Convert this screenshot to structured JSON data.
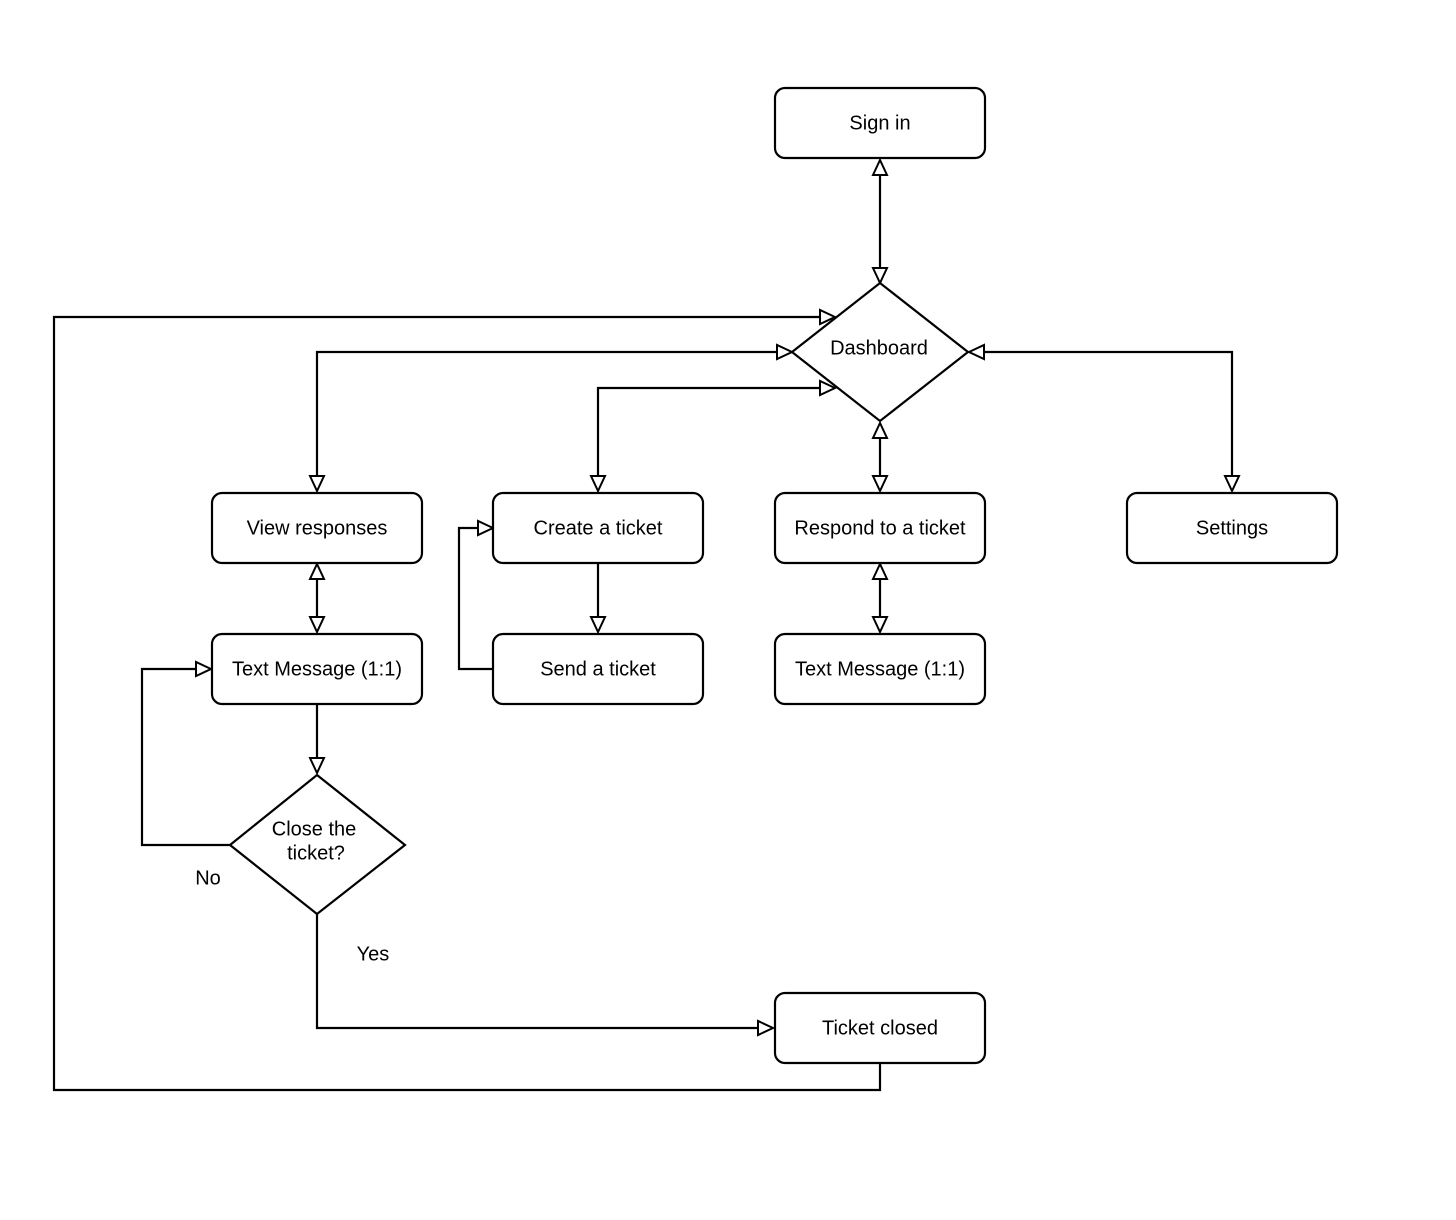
{
  "colors": {
    "line": "#000000",
    "fill": "#ffffff"
  },
  "nodes": {
    "sign_in": "Sign in",
    "dashboard": "Dashboard",
    "view_responses": "View responses",
    "create_ticket": "Create a ticket",
    "respond_ticket": "Respond to a ticket",
    "settings": "Settings",
    "text_message_left": "Text Message (1:1)",
    "send_ticket": "Send a ticket",
    "text_message_right": "Text Message (1:1)",
    "close_decision_line1": "Close the",
    "close_decision_line2": "ticket?",
    "ticket_closed": "Ticket closed"
  },
  "labels": {
    "no": "No",
    "yes": "Yes"
  }
}
